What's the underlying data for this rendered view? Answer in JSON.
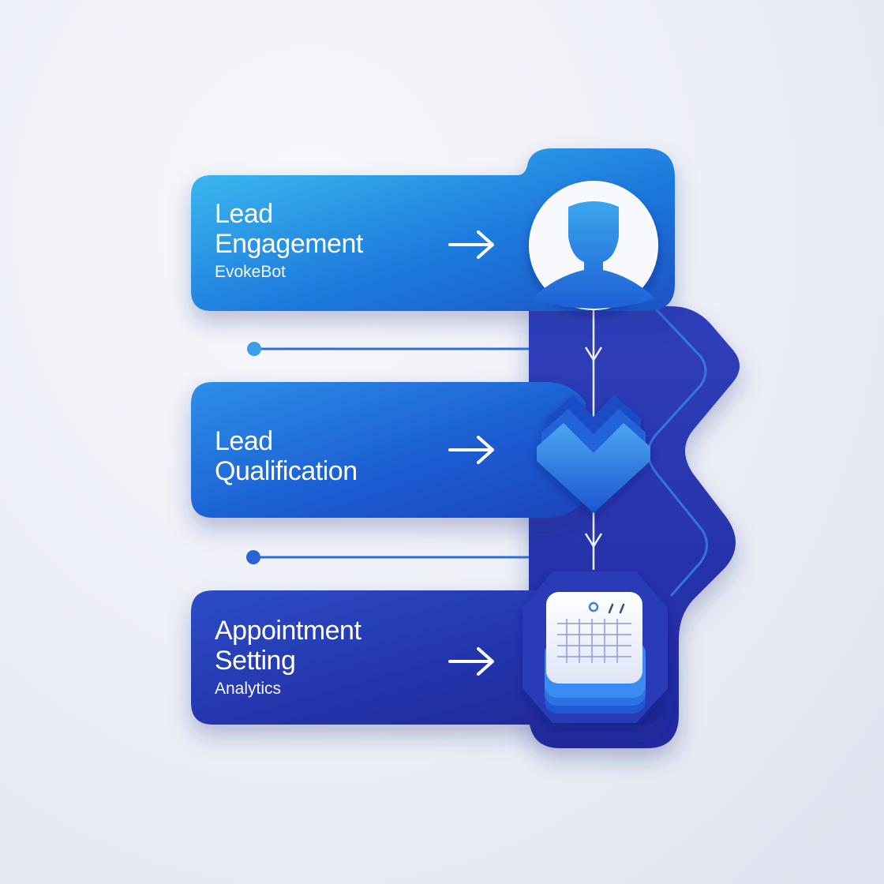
{
  "steps": [
    {
      "title_line1": "Lead",
      "title_line2": "Engagement",
      "subtitle": "EvokeBot",
      "icon": "person-icon"
    },
    {
      "title_line1": "Lead",
      "title_line2": "Qualification",
      "subtitle": "",
      "icon": "chevron-down-icon"
    },
    {
      "title_line1": "Appointment",
      "title_line2": "Setting",
      "subtitle": "Analytics",
      "icon": "calendar-icon"
    }
  ],
  "colors": {
    "background": "#eceef6",
    "card_top_light": "#3cb4ec",
    "card_mid": "#1f68d6",
    "card_dark": "#2430a8",
    "spine": "#2a36b0",
    "connector": "#2a6fe0",
    "text": "#ffffff"
  }
}
